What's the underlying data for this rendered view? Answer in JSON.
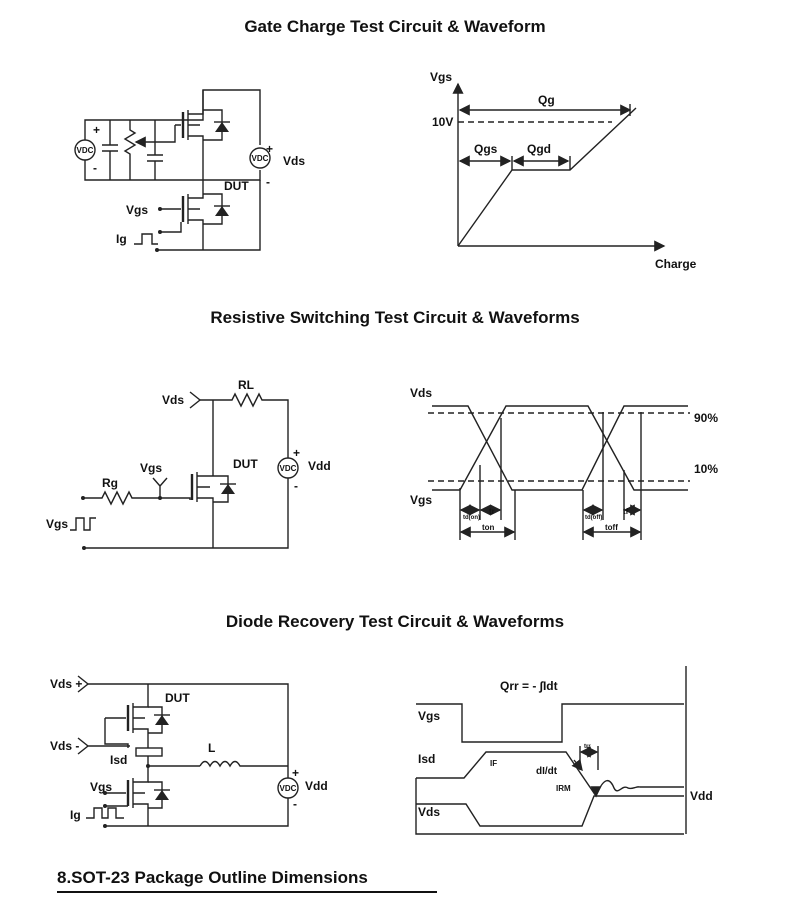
{
  "titles": {
    "gate_charge": "Gate Charge Test Circuit & Waveform",
    "resistive": "Resistive Switching Test Circuit & Waveforms",
    "diode": "Diode Recovery Test Circuit & Waveforms"
  },
  "section_heading": "8.SOT-23 Package Outline Dimensions",
  "gate_charge": {
    "circuit": {
      "source": "VDC",
      "plus": "+",
      "minus": "-",
      "vds": "Vds",
      "dut": "DUT",
      "vgs": "Vgs",
      "ig": "Ig"
    },
    "waveform": {
      "y_axis": "Vgs",
      "x_axis": "Charge",
      "qg": "Qg",
      "qgs": "Qgs",
      "qgd": "Qgd",
      "level": "10V"
    }
  },
  "resistive": {
    "circuit": {
      "vds": "Vds",
      "rl": "RL",
      "vgs": "Vgs",
      "dut": "DUT",
      "rg": "Rg",
      "vdd": "Vdd",
      "source": "VDC",
      "plus": "+",
      "minus": "-",
      "vgs_pulse": "Vgs"
    },
    "waveform": {
      "vds": "Vds",
      "vgs": "Vgs",
      "p90": "90%",
      "p10": "10%",
      "tdon": "td(on)",
      "tr": "tr",
      "ton": "ton",
      "tdoff": "td(off)",
      "tf": "tf",
      "toff": "toff"
    }
  },
  "diode": {
    "circuit": {
      "vds_plus": "Vds +",
      "vds_minus": "Vds -",
      "dut": "DUT",
      "isd": "Isd",
      "l": "L",
      "vgs": "Vgs",
      "ig": "Ig",
      "vdd": "Vdd",
      "source": "VDC",
      "plus": "+",
      "minus": "-"
    },
    "waveform": {
      "formula": "Qrr = - ∫Idt",
      "vgs": "Vgs",
      "isd": "Isd",
      "vds": "Vds",
      "if": "IF",
      "didt": "dI/dt",
      "irm": "IRM",
      "trr": "trr",
      "vdd": "Vdd"
    }
  }
}
